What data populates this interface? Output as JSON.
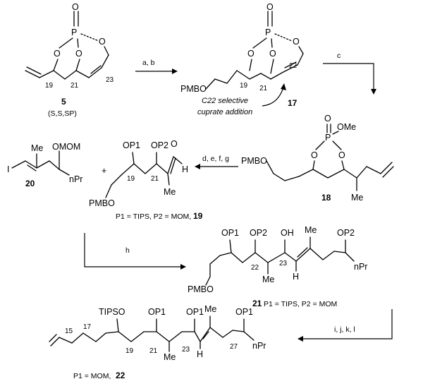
{
  "compounds": {
    "c5": {
      "label": "5",
      "stereo": "(S,S,SP)",
      "numbers": [
        "19",
        "21",
        "23"
      ]
    },
    "c17": {
      "label": "17",
      "numbers": [
        "19",
        "21",
        "22"
      ],
      "note_line1": "C22 selective",
      "note_line2": "cuprate addition",
      "pmbo": "PMBO"
    },
    "c18": {
      "label": "18",
      "ome": "OMe",
      "pmbo": "PMBO",
      "me": "Me"
    },
    "c20": {
      "label": "20",
      "iodo": "I",
      "me": "Me",
      "omom": "OMOM",
      "npr": "nPr"
    },
    "c19": {
      "label": "19",
      "caption": "P1 = TIPS, P2 = MOM,",
      "numbers": [
        "19",
        "21"
      ],
      "me": "Me",
      "h": "H",
      "pmbo": "PMBO",
      "op1": "OP1",
      "op2": "OP2"
    },
    "c21": {
      "label": "21",
      "caption": "P1 = TIPS, P2 = MOM",
      "numbers": [
        "22",
        "23"
      ],
      "oh": "OH",
      "me1": "Me",
      "me2": "Me",
      "h": "H",
      "npr": "nPr",
      "pmbo": "PMBO",
      "op1": "OP1",
      "op2a": "OP2",
      "op2b": "OP2"
    },
    "c22": {
      "label": "22",
      "caption": "P1 = MOM,",
      "numbers": [
        "15",
        "17",
        "19",
        "21",
        "23",
        "27"
      ],
      "tipso": "TIPSO",
      "op1a": "OP1",
      "op1b": "OP1",
      "op1c": "OP1",
      "me1": "Me",
      "me2": "Me",
      "h": "H",
      "npr": "nPr"
    }
  },
  "reagents": {
    "r1": "a, b",
    "r2": "c",
    "r3": "d, e, f, g",
    "r4": "h",
    "r5": "i, j, k, l"
  },
  "plus": "+"
}
